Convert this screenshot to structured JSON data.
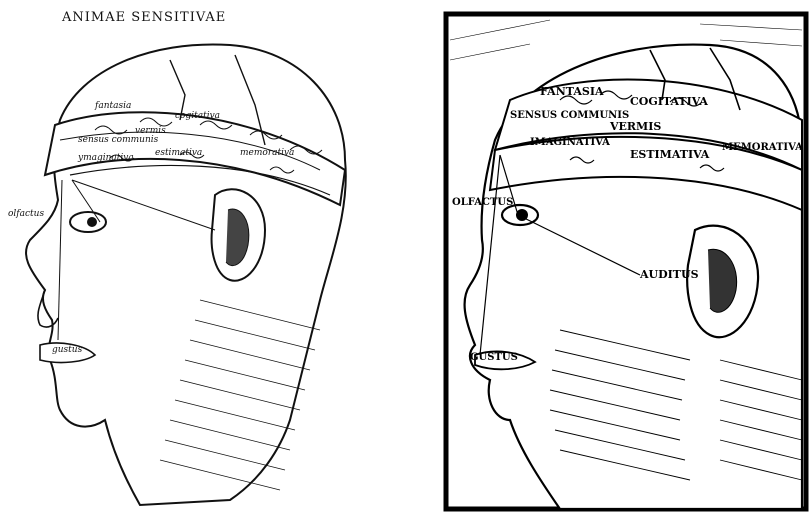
{
  "left_figure": {
    "title": "ANIMAE SENSITIVAE",
    "labels": {
      "sensus_communis": "sensus communis",
      "fantasia": "fantasia",
      "ymaginativa": "ymaginativa",
      "vermis": "vermis",
      "cogitativa": "cogitativa",
      "estimativa": "estimativa",
      "memorativa": "memorativa",
      "olfactus": "olfactus",
      "gustus": "gustus"
    }
  },
  "right_figure": {
    "labels": {
      "fantasia": "FANTASIA",
      "sensus_communis": "SENSUS COMMUNIS",
      "imaginativa": "IMAGINATIVA",
      "vermis": "VERMIS",
      "cogitativa": "COGITATIVA",
      "estimativa": "ESTIMATIVA",
      "memorativa": "MEMORATIVA",
      "olfactus": "OLFACTUS",
      "auditus": "AUDITUS",
      "gustus": "GUSTUS"
    }
  }
}
